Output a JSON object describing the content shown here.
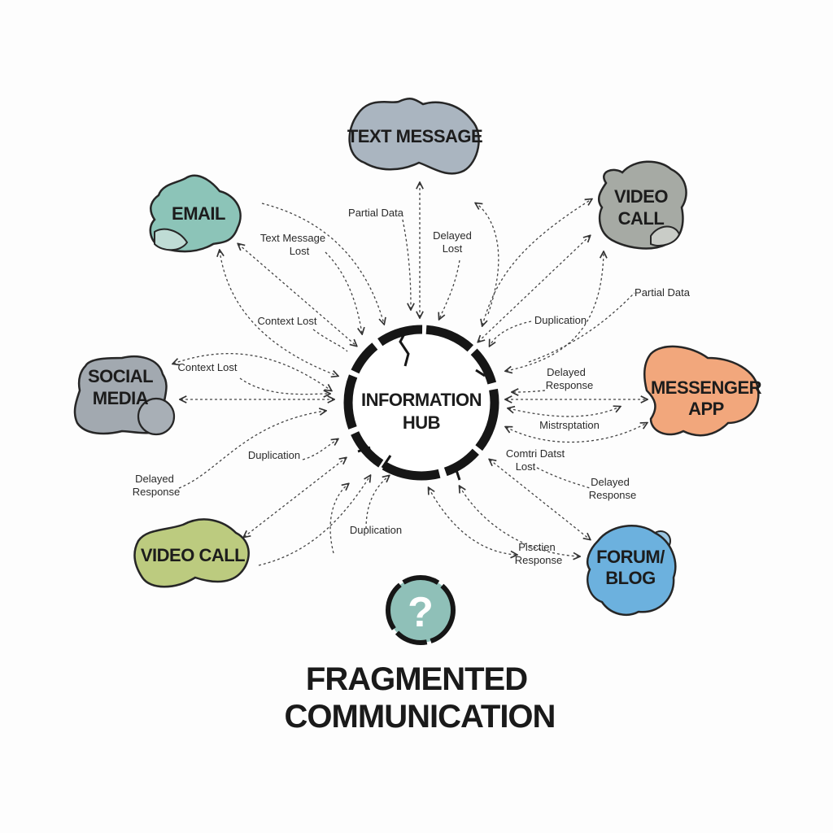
{
  "hub": {
    "line1": "INFORMATION",
    "line2": "HUB"
  },
  "nodes": {
    "text_message": {
      "line1": "TEXT MESSAGE",
      "color": "#aab5c0"
    },
    "email": {
      "line1": "EMAIL",
      "color": "#8cc4b8"
    },
    "video_call_top": {
      "line1": "VIDEO",
      "line2": "CALL",
      "color": "#a6aaa4"
    },
    "social_media": {
      "line1": "SOCIAL",
      "line2": "MEDIA",
      "color": "#a2a9b0"
    },
    "messenger_app": {
      "line1": "MESSENGER",
      "line2": "APP",
      "color": "#f2a77c"
    },
    "video_call_bottom": {
      "line1": "VIDEO CALL",
      "color": "#bccb7f"
    },
    "forum_blog": {
      "line1": "FORUM/",
      "line2": "BLOG",
      "color": "#6cb1de"
    }
  },
  "labels": [
    {
      "l1": "Partial Data"
    },
    {
      "l1": "Delayed",
      "l2": "Lost"
    },
    {
      "l1": "Text Message",
      "l2": "Lost"
    },
    {
      "l1": "Context Lost"
    },
    {
      "l1": "Context Lost"
    },
    {
      "l1": "Duplication"
    },
    {
      "l1": "Delayed",
      "l2": "Response"
    },
    {
      "l1": "Duplication"
    },
    {
      "l1": "Partial Data"
    },
    {
      "l1": "Duplication"
    },
    {
      "l1": "Delayed",
      "l2": "Response"
    },
    {
      "l1": "Mistrsptation"
    },
    {
      "l1": "Comtri Datst",
      "l2": "Lost"
    },
    {
      "l1": "Delayed",
      "l2": "Response"
    },
    {
      "l1": "Pisctien",
      "l2": "Response"
    }
  ],
  "question_icon": {
    "symbol": "?",
    "color": "#8fc0b8"
  },
  "title": {
    "line1": "FRAGMENTED",
    "line2": "COMMUNICATION"
  }
}
